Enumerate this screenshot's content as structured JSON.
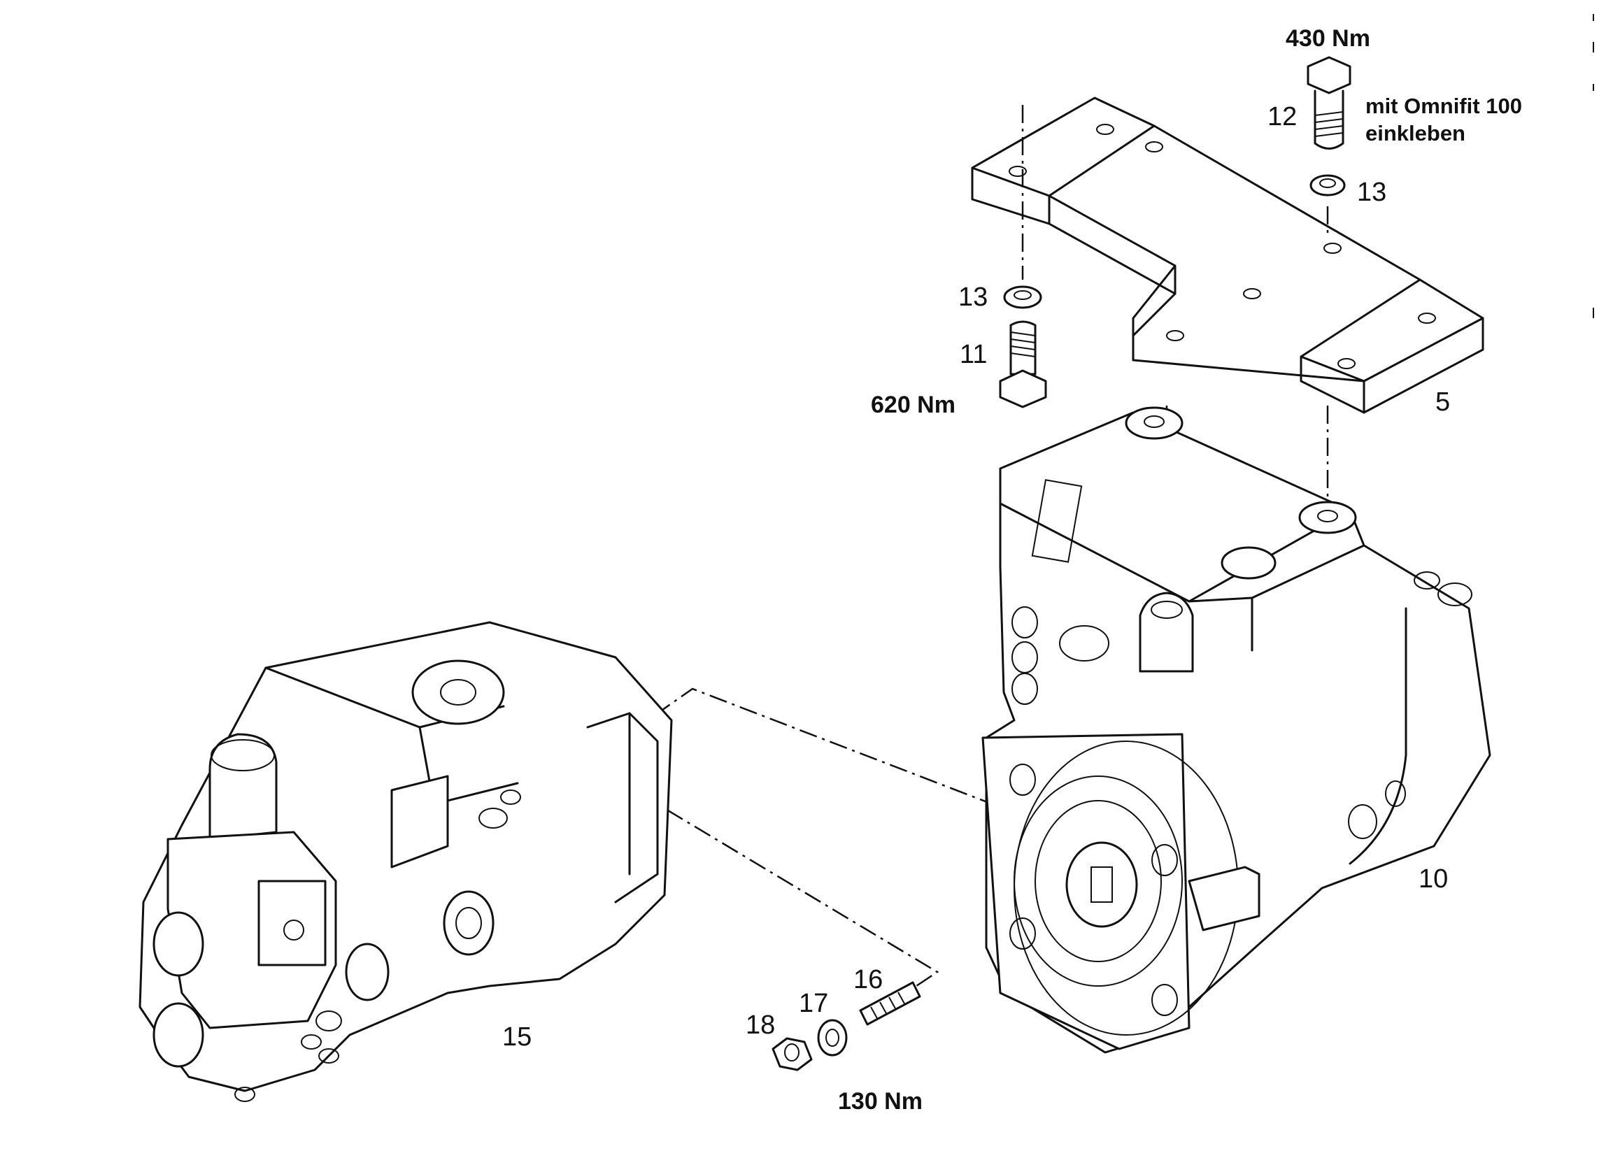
{
  "parts": {
    "p5": {
      "number": "5"
    },
    "p10": {
      "number": "10"
    },
    "p11": {
      "number": "11",
      "torque": "620 Nm"
    },
    "p12": {
      "number": "12",
      "torque": "430 Nm",
      "note_line1": "mit Omnifit 100",
      "note_line2": "einkleben"
    },
    "p13a": {
      "number": "13"
    },
    "p13b": {
      "number": "13"
    },
    "p15": {
      "number": "15"
    },
    "p16": {
      "number": "16",
      "torque": "130 Nm"
    },
    "p17": {
      "number": "17"
    },
    "p18": {
      "number": "18"
    }
  },
  "colors": {
    "ink": "#111111",
    "paper": "#ffffff"
  }
}
